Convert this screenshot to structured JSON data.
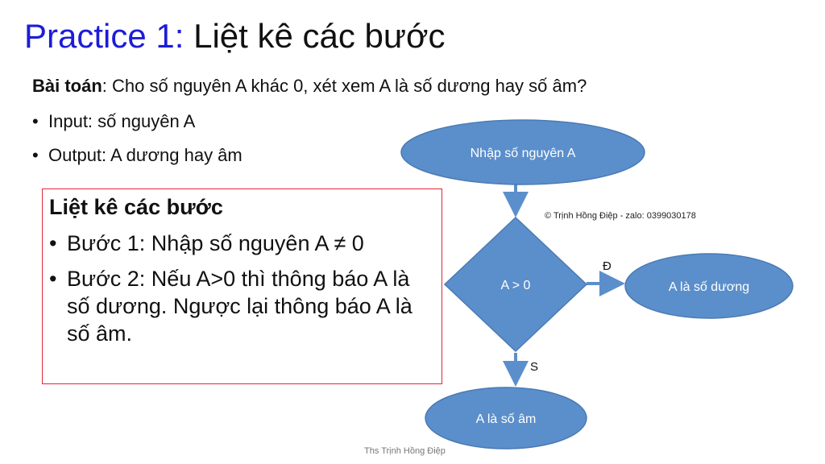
{
  "title": {
    "accent": "Practice 1:",
    "rest": "Liệt kê các bước"
  },
  "problem": {
    "label": "Bài toán",
    "text": ": Cho số nguyên A khác 0, xét xem A là số dương hay số âm?"
  },
  "bullets": [
    "Input: số nguyên A",
    "Output: A dương hay âm"
  ],
  "steps_box": {
    "title": "Liệt kê các bước",
    "steps": [
      "Bước 1: Nhập số nguyên A ≠ 0",
      "Bước 2: Nếu A>0 thì thông báo A là số dương. Ngược lại thông báo A là số âm."
    ]
  },
  "flowchart": {
    "input": "Nhập số nguyên A",
    "decision": "A > 0",
    "yes_label": "Đ",
    "no_label": "S",
    "yes_result": "A là số dương",
    "no_result": "A là số âm"
  },
  "copyright": "© Trịnh Hồng Điệp - zalo: 0399030178",
  "footer": "Ths Trịnh Hồng Điệp",
  "colors": {
    "shape_fill": "#5b8fcb",
    "shape_stroke": "#4a7ab4",
    "accent": "#1c1cd8",
    "box_border": "#e0263a"
  }
}
